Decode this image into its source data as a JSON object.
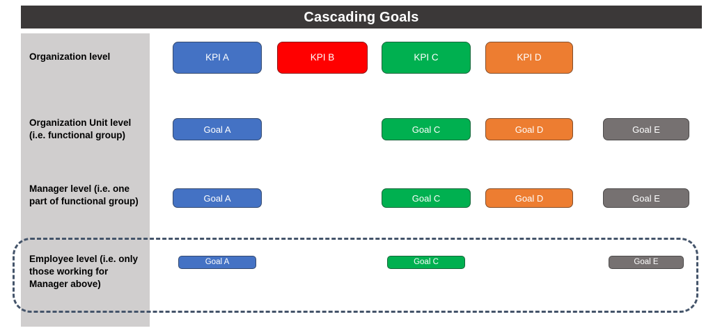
{
  "header": {
    "title": "Cascading Goals",
    "background_color": "#3B3838",
    "text_color": "#FFFFFF"
  },
  "palette": {
    "blue": "#4472C4",
    "red": "#FF0000",
    "green": "#00B050",
    "orange": "#ED7D31",
    "gray": "#767171",
    "sidebar_gray": "#D0CECE",
    "dashed_outline": "#44546A",
    "title_bar": "#3B3838"
  },
  "levels": [
    {
      "label": "Organization level"
    },
    {
      "label": "Organization Unit level (i.e. functional group)"
    },
    {
      "label": "Manager level (i.e. one part of functional group)"
    },
    {
      "label": "Employee level (i.e. only those working for Manager above)"
    }
  ],
  "rows": [
    {
      "row_name": "organization-level-row",
      "boxes": [
        {
          "label": "KPI A",
          "color": "#4472C4",
          "column": 0
        },
        {
          "label": "KPI B",
          "color": "#FF0000",
          "column": 1
        },
        {
          "label": "KPI C",
          "color": "#00B050",
          "column": 2
        },
        {
          "label": "KPI D",
          "color": "#ED7D31",
          "column": 3
        }
      ]
    },
    {
      "row_name": "organization-unit-level-row",
      "boxes": [
        {
          "label": "Goal A",
          "color": "#4472C4",
          "column": 0
        },
        {
          "label": "Goal C",
          "color": "#00B050",
          "column": 2
        },
        {
          "label": "Goal D",
          "color": "#ED7D31",
          "column": 3
        },
        {
          "label": "Goal E",
          "color": "#767171",
          "column": 4
        }
      ]
    },
    {
      "row_name": "manager-level-row",
      "boxes": [
        {
          "label": "Goal A",
          "color": "#4472C4",
          "column": 0
        },
        {
          "label": "Goal C",
          "color": "#00B050",
          "column": 2
        },
        {
          "label": "Goal D",
          "color": "#ED7D31",
          "column": 3
        },
        {
          "label": "Goal E",
          "color": "#767171",
          "column": 4
        }
      ]
    },
    {
      "row_name": "employee-level-row",
      "highlighted": true,
      "boxes": [
        {
          "label": "Goal A",
          "color": "#4472C4",
          "column": 0
        },
        {
          "label": "Goal C",
          "color": "#00B050",
          "column": 2
        },
        {
          "label": "Goal E",
          "color": "#767171",
          "column": 4
        }
      ]
    }
  ]
}
